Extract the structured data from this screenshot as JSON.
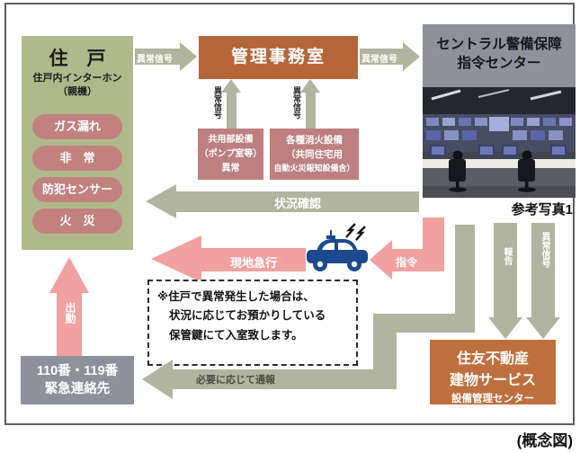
{
  "caption": "(概念図)",
  "photo_caption": "参考写真1",
  "dwelling": {
    "title": "住　戸",
    "subtitle1": "住戸内インターホン",
    "subtitle2": "（親機）",
    "buttons": [
      "ガス漏れ",
      "非　常",
      "防犯センサー",
      "火　災"
    ]
  },
  "management_office": {
    "label": "管理事務室"
  },
  "security_center": {
    "line1": "セントラル警備保障",
    "line2": "指令センター"
  },
  "common_equipment_box": {
    "line1": "共用部設備",
    "line2": "（ポンプ室等）",
    "line3": "異常"
  },
  "fire_equipment_box": {
    "line1": "各種消火設備",
    "line2": "（共同住宅用",
    "line3": "自動火災報知設備含）"
  },
  "emergency_contact": {
    "line1": "110番・119番",
    "line2": "緊急連絡先"
  },
  "sumitomo_center": {
    "line1": "住友不動産",
    "line2": "建物サービス",
    "line3": "設備管理センター"
  },
  "note": {
    "line1": "※住戸で異常発生した場合は、",
    "line2": "状況に応じてお預かりしている",
    "line3": "保管鍵にて入室致します。"
  },
  "arrows": {
    "abnormal_signal_left": "異常信号",
    "abnormal_signal_right": "異常信号",
    "abnormal_signal_up1": "異常信号",
    "abnormal_signal_up2": "異常信号",
    "status_check": "状況確認",
    "command": "指令",
    "rush_to_site": "現地急行",
    "dispatch": "出動",
    "report": "報告",
    "abnormal_signal_down": "異常信号",
    "notify_as_needed": "必要に応じて通報"
  },
  "colors": {
    "dwelling_bg": "#afb98b",
    "pill_bg": "#c2817f",
    "office_bg": "#b4663a",
    "sumitomo_bg": "#bf6f3d",
    "security_header_bg": "#8e919c",
    "contact_box_bg": "#8e919c",
    "equipment_box_bg": "#bd7f7f",
    "gray_arrow": "#b1b49e",
    "pink_arrow": "#f1a1a0",
    "police_car": "#1c4a8c"
  }
}
